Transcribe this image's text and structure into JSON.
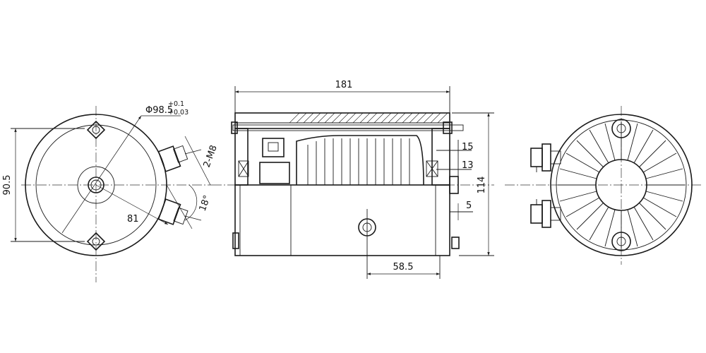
{
  "dimensions": {
    "diameter_main": "Φ98.5",
    "tol_upper": "+0.1",
    "tol_lower": "+0.03",
    "thread": "2-M8",
    "angle": "18°",
    "radius": "81",
    "height_left": "90.5",
    "length_total": "181",
    "d15": "15",
    "d13": "13",
    "height_total": "114",
    "d5": "5",
    "offset": "58.5"
  }
}
